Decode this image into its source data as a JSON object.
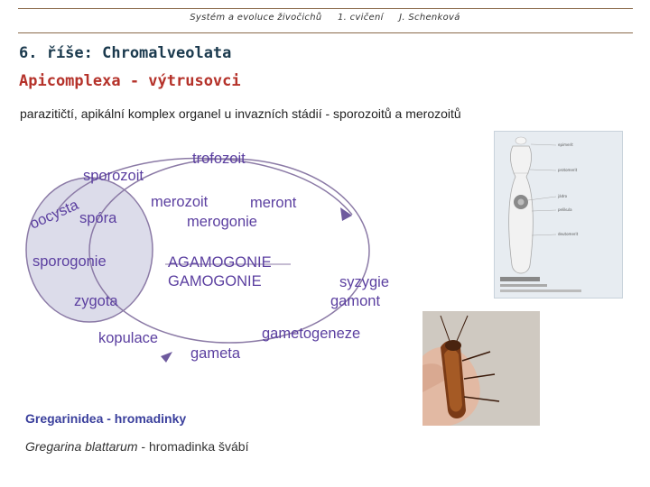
{
  "header": {
    "course": "Systém a evoluce živočichů",
    "exercise": "1. cvičení",
    "author": "J. Schenková"
  },
  "title": "6. říše: Chromalveolata",
  "subtitle": "Apicomplexa - výtrusovci",
  "description": "parazitičtí, apikální komplex organel u invazních stádií - sporozoitů a merozoitů",
  "life_cycle": {
    "trofozoit": "trofozoit",
    "sporozoit": "sporozoit",
    "merozoit": "merozoit",
    "meront": "meront",
    "merogonie": "merogonie",
    "oocysta": "oocysta",
    "spora": "spóra",
    "sporogonie": "sporogonie",
    "agamogonie": "AGAMOGONIE",
    "gamogonie": "GAMOGONIE",
    "syzygie": "syzygie",
    "gamont": "gamont",
    "zygota": "zygota",
    "kopulace": "kopulace",
    "gametogeneze": "gametogeneze",
    "gameta": "gameta",
    "line_color": "#8b7aa6",
    "fill_color": "#dcdcea",
    "text_color": "#5b3fa0"
  },
  "caption": {
    "group": "Gregarinidea - hromadinky",
    "species_latin": "Gregarina blattarum",
    "species_rest": " - hromadinka švábí"
  },
  "micrograph": {
    "labels": [
      "epimerit",
      "protomerit",
      "jádro",
      "pelikula",
      "deutomerit"
    ]
  }
}
